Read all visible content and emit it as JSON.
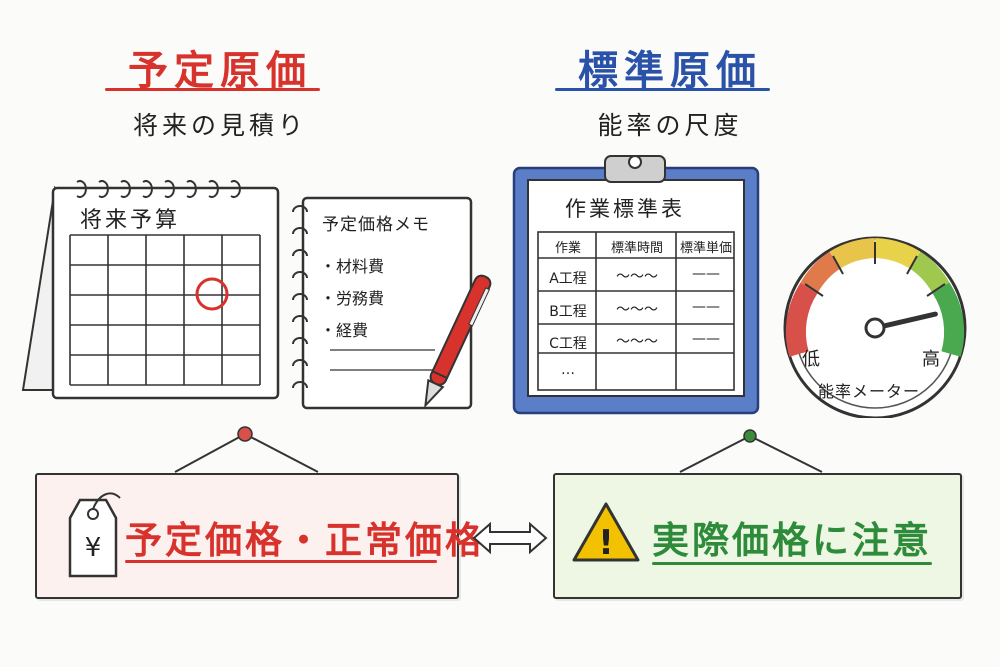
{
  "left": {
    "title": "予定原価",
    "subtitle": "将来の見積り",
    "calendar_label": "将来予算",
    "memo": {
      "title": "予定価格メモ",
      "items": [
        "・材料費",
        "・労務費",
        "・経費"
      ]
    },
    "sign_text": "予定価格・正常価格",
    "yen_symbol": "¥",
    "color": "#d8322c"
  },
  "right": {
    "title": "標準原価",
    "subtitle": "能率の尺度",
    "clipboard": {
      "title": "作業標準表",
      "headers": [
        "作業",
        "標準時間",
        "標準単価"
      ],
      "rows": [
        [
          "A工程",
          "〜〜〜",
          "——"
        ],
        [
          "B工程",
          "〜〜〜",
          "——"
        ],
        [
          "C工程",
          "〜〜〜",
          "——"
        ],
        [
          "…",
          "",
          ""
        ]
      ]
    },
    "gauge": {
      "low_label": "低",
      "high_label": "高",
      "caption": "能率メーター",
      "level": 0.85
    },
    "sign_text": "実際価格に注意",
    "warning_symbol": "!",
    "color": "#2a52a8",
    "sign_color": "#2e8b3a"
  }
}
